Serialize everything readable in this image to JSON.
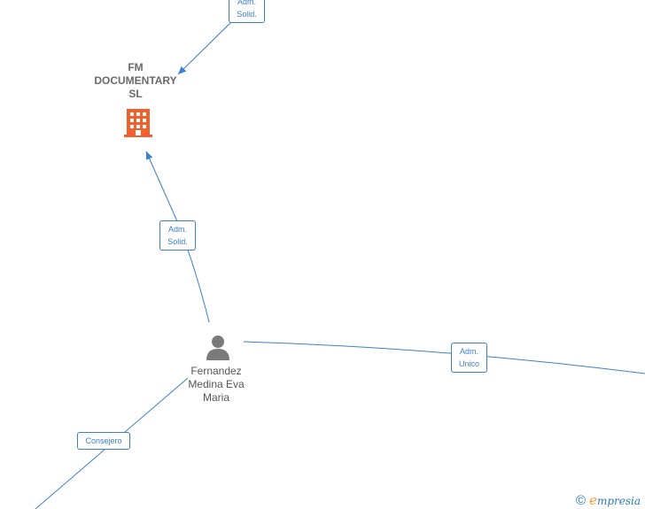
{
  "nodes": {
    "company": {
      "label": "FM\nDOCUMENTARY\nSL",
      "icon": "building-icon",
      "color": "#f0612e"
    },
    "person": {
      "label": "Fernandez\nMedina Eva\nMaria",
      "icon": "person-icon",
      "color": "#7a7a7a"
    }
  },
  "edges": {
    "top": {
      "label": "Adm.\nSolid."
    },
    "person_company": {
      "label": "Adm.\nSolid."
    },
    "person_right": {
      "label": "Adm.\nUnico"
    },
    "person_bottom": {
      "label": "Consejero"
    }
  },
  "brand": {
    "copyright": "©",
    "initial": "e",
    "name": "mpresia"
  },
  "colors": {
    "edge": "#3b7fd0",
    "company": "#f0612e",
    "person": "#7a7a7a"
  }
}
